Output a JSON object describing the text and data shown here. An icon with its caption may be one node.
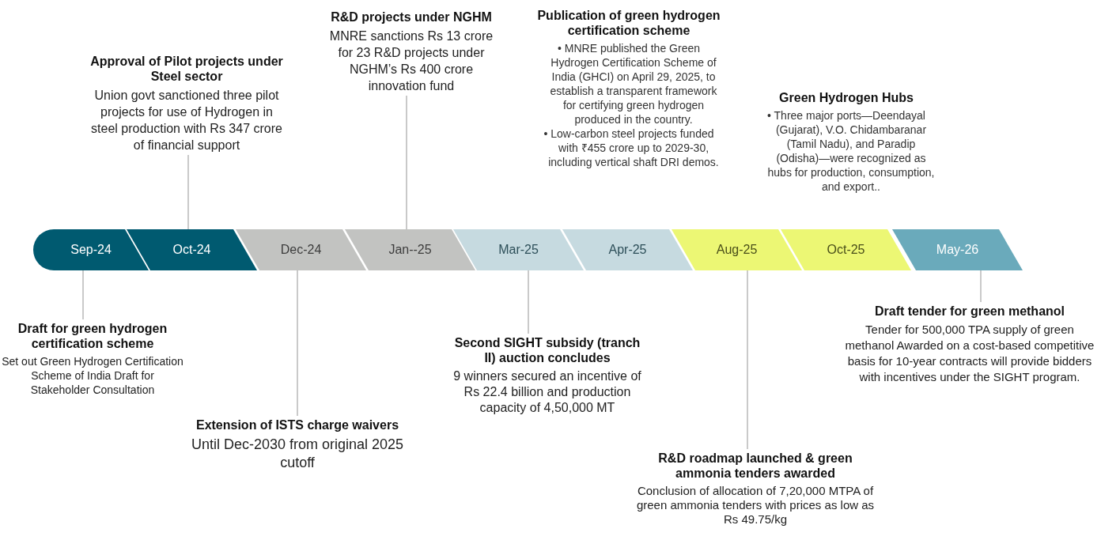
{
  "diagram": {
    "nodes": [
      {
        "text": [
          "Sep-24"
        ]
      },
      {
        "text": [
          "Oct-24"
        ]
      },
      {
        "text": [
          "Dec-24"
        ]
      },
      {
        "text": [
          "Jan--25"
        ]
      },
      {
        "text": [
          "Mar-25"
        ]
      },
      {
        "text": [
          "Apr-25"
        ]
      },
      {
        "text": [
          "Aug-25"
        ]
      },
      {
        "text": [
          "Oct-25"
        ]
      },
      {
        "text": [
          "May-26"
        ]
      },
      {
        "text": [
          "Approval of Pilot projects under Steel sector",
          "Union govt sanctioned three pilot projects for use of Hydrogen in steel production with Rs 347 crore of financial support"
        ]
      },
      {
        "text": [
          "R&D projects under NGHM",
          "MNRE sanctions Rs 13 crore for 23 R&D projects under NGHM’s Rs 400 crore innovation fund"
        ]
      },
      {
        "text": [
          "Publication of green hydrogen certification scheme",
          "• MNRE published the Green Hydrogen Certification Scheme of India (GHCI) on April 29, 2025, to establish a transparent framework for certifying green hydrogen produced in the country.",
          "• Low-carbon steel projects funded with ₹455 crore up to 2029-30, including vertical shaft DRI demos."
        ]
      },
      {
        "text": [
          "Green Hydrogen Hubs",
          "• Three major ports—Deendayal (Gujarat), V.O. Chidambaranar (Tamil Nadu), and Paradip (Odisha)—were recognized as hubs for production, consumption, and export.."
        ]
      },
      {
        "text": [
          "Draft for green hydrogen certification scheme",
          "Set out Green Hydrogen Certification Scheme of India Draft for Stakeholder Consultation"
        ]
      },
      {
        "text": [
          "Extension of ISTS charge waivers",
          "Until Dec-2030 from original 2025 cutoff"
        ]
      },
      {
        "text": [
          "Second SIGHT subsidy (tranch II) auction concludes",
          "9 winners secured an incentive of Rs 22.4 billion and production capacity of 4,50,000 MT"
        ]
      },
      {
        "text": [
          "R&D roadmap launched & green ammonia tenders awarded",
          "Conclusion of allocation of 7,20,000 MTPA of green ammonia tenders with prices as low as Rs 49.75/kg"
        ]
      },
      {
        "text": [
          "Draft tender for green methanol",
          "Tender for 500,000 TPA supply of green methanol Awarded on a cost-based competitive basis for 10-year contracts will provide bidders with incentives under the SIGHT program."
        ]
      }
    ],
    "edges": [
      {
        "from": 9,
        "to": 1,
        "arrow": "none"
      },
      {
        "from": 10,
        "to": 3,
        "arrow": "none"
      },
      {
        "from": 13,
        "to": 0,
        "arrow": "none"
      },
      {
        "from": 14,
        "to": 2,
        "arrow": "none"
      },
      {
        "from": 15,
        "to": 4,
        "arrow": "none"
      },
      {
        "from": 16,
        "to": 6,
        "arrow": "none"
      },
      {
        "from": 17,
        "to": 8,
        "arrow": "none"
      }
    ]
  }
}
